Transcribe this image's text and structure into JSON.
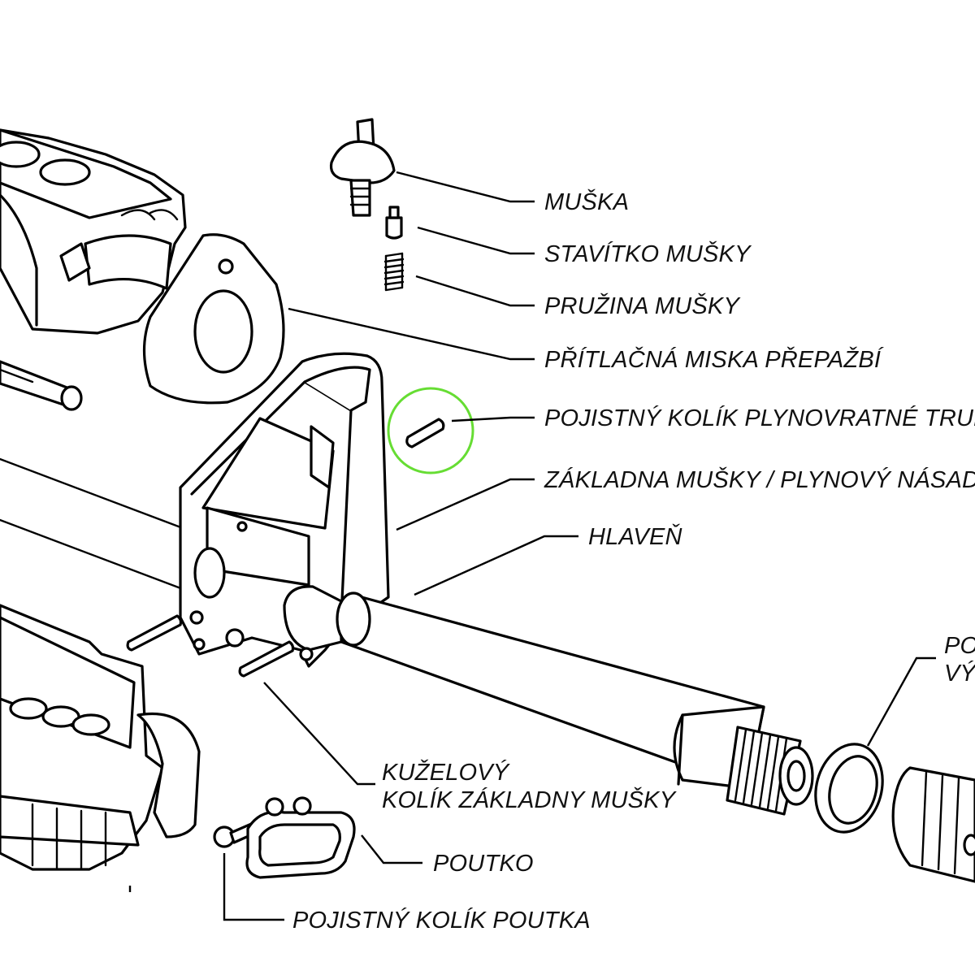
{
  "diagram": {
    "highlight_color": "#66dd33",
    "line_color": "#000000",
    "labels": {
      "muska": "MUŠKA",
      "stavitko_musky": "STAVÍTKO MUŠKY",
      "pruzina_musky": "PRUŽINA MUŠKY",
      "pritlacna_miska": "PŘÍTLAČNÁ MISKA PŘEPAŽBÍ",
      "pojistny_kolik_trubice": "POJISTNÝ KOLÍK PLYNOVRATNÉ TRUBIC",
      "zakladna_musky": "ZÁKLADNA MUŠKY / PLYNOVÝ NÁSAD",
      "hlaven": "HLAVEŇ",
      "kuzelovy_kolik_line1": "KUŽELOVÝ",
      "kuzelovy_kolik_line2": "KOLÍK ZÁKLADNY MUŠKY",
      "poutko": "POUTKO",
      "pojistny_kolik_poutka": "POJISTNÝ KOLÍK POUTKA",
      "cut_off_right_line1": "PO",
      "cut_off_right_line2": "VÝ"
    }
  }
}
